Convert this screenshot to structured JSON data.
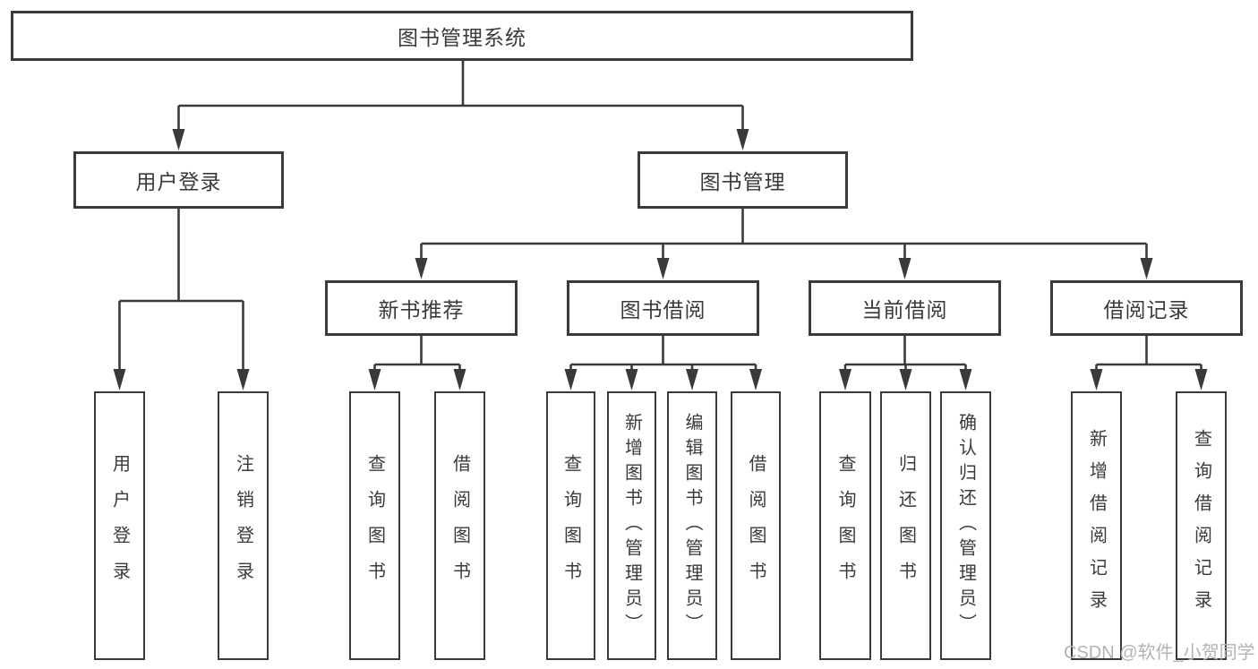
{
  "diagram": {
    "root": {
      "label": "图书管理系统"
    },
    "level2": [
      {
        "label": "用户登录"
      },
      {
        "label": "图书管理"
      }
    ],
    "level3": [
      {
        "label": "新书推荐"
      },
      {
        "label": "图书借阅"
      },
      {
        "label": "当前借阅"
      },
      {
        "label": "借阅记录"
      }
    ],
    "leaves": [
      {
        "label": "用户登录"
      },
      {
        "label": "注销登录"
      },
      {
        "label": "查询图书"
      },
      {
        "label": "借阅图书"
      },
      {
        "label": "查询图书"
      },
      {
        "label": "新增图书（管理员）"
      },
      {
        "label": "编辑图书（管理员）"
      },
      {
        "label": "借阅图书"
      },
      {
        "label": "查询图书"
      },
      {
        "label": "归还图书"
      },
      {
        "label": "确认归还（管理员）"
      },
      {
        "label": "新增借阅记录"
      },
      {
        "label": "查询借阅记录"
      }
    ]
  },
  "watermark": {
    "text": "CSDN @软件_小贺同学"
  },
  "colors": {
    "line": "#3a3a3a",
    "box_border": "#3a3a3a",
    "box_fill": "#ffffff",
    "text": "#3a3a3a",
    "watermark": "#b3b3b3",
    "background": "#ffffff"
  }
}
